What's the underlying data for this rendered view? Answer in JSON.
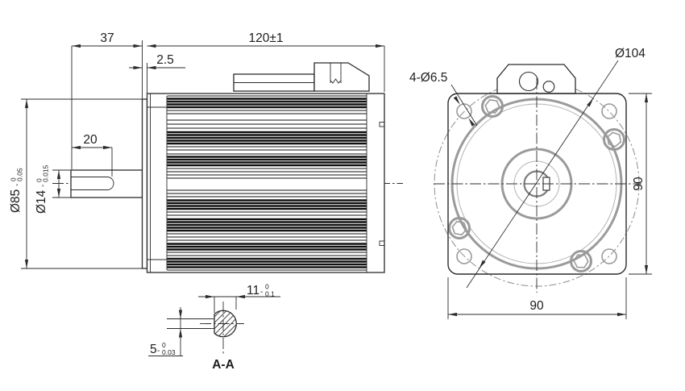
{
  "side_view": {
    "dim_shaft_length": "37",
    "dim_body_length": "120±1",
    "dim_pilot_depth": "2.5",
    "dim_keyway_length": "20",
    "dim_pilot_dia": {
      "prefix": "Ø85",
      "minus": "-",
      "upper": "0",
      "lower": "0.05"
    },
    "dim_shaft_dia": {
      "prefix": "Ø14",
      "minus": "-",
      "upper": "0",
      "lower": "0.015"
    }
  },
  "section_view": {
    "label": "A-A",
    "dim_across_flat": {
      "prefix": "11",
      "minus": "-",
      "upper": "0",
      "lower": "0.1"
    },
    "dim_key_width": {
      "prefix": "5",
      "minus": "-",
      "upper": "0",
      "lower": "0.03"
    }
  },
  "front_view": {
    "dim_mounting_holes": "4-Ø6.5",
    "dim_bolt_circle": "Ø104",
    "dim_flange_height": "90",
    "dim_flange_width": "90"
  }
}
